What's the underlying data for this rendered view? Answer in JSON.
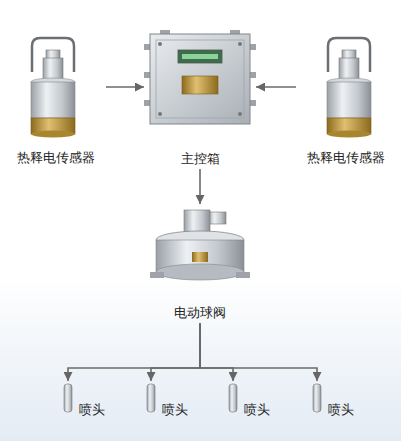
{
  "diagram": {
    "nodes": [
      {
        "text": [
          "热释电传感器"
        ]
      },
      {
        "text": [
          "主控箱"
        ]
      },
      {
        "text": [
          "热释电传感器"
        ]
      },
      {
        "text": [
          "电动球阀"
        ]
      },
      {
        "text": [
          "喷头"
        ]
      },
      {
        "text": [
          "喷头"
        ]
      },
      {
        "text": [
          "喷头"
        ]
      },
      {
        "text": [
          "喷头"
        ]
      }
    ],
    "edges": [
      {
        "from": 0,
        "to": 1,
        "arrow": "to"
      },
      {
        "from": 2,
        "to": 1,
        "arrow": "to"
      },
      {
        "from": 1,
        "to": 3,
        "arrow": "to"
      },
      {
        "from": 3,
        "to": 4,
        "arrow": "to"
      },
      {
        "from": 3,
        "to": 5,
        "arrow": "to"
      },
      {
        "from": 3,
        "to": 6,
        "arrow": "to"
      },
      {
        "from": 3,
        "to": 7,
        "arrow": "to"
      }
    ]
  }
}
